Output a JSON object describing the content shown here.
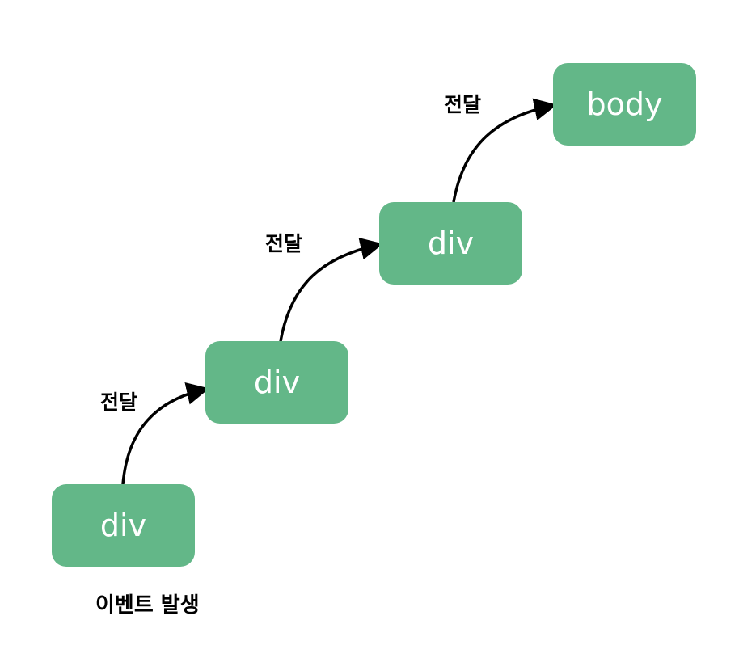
{
  "nodes": [
    {
      "id": "n1",
      "label": "div"
    },
    {
      "id": "n2",
      "label": "div"
    },
    {
      "id": "n3",
      "label": "div"
    },
    {
      "id": "n4",
      "label": "body"
    }
  ],
  "edges": [
    {
      "from": "n1",
      "to": "n2",
      "label": "전달"
    },
    {
      "from": "n2",
      "to": "n3",
      "label": "전달"
    },
    {
      "from": "n3",
      "to": "n4",
      "label": "전달"
    }
  ],
  "start_label": "이벤트 발생",
  "colors": {
    "node_fill": "#63b788",
    "node_text": "#ffffff",
    "arrow": "#000000",
    "label_text": "#000000"
  }
}
